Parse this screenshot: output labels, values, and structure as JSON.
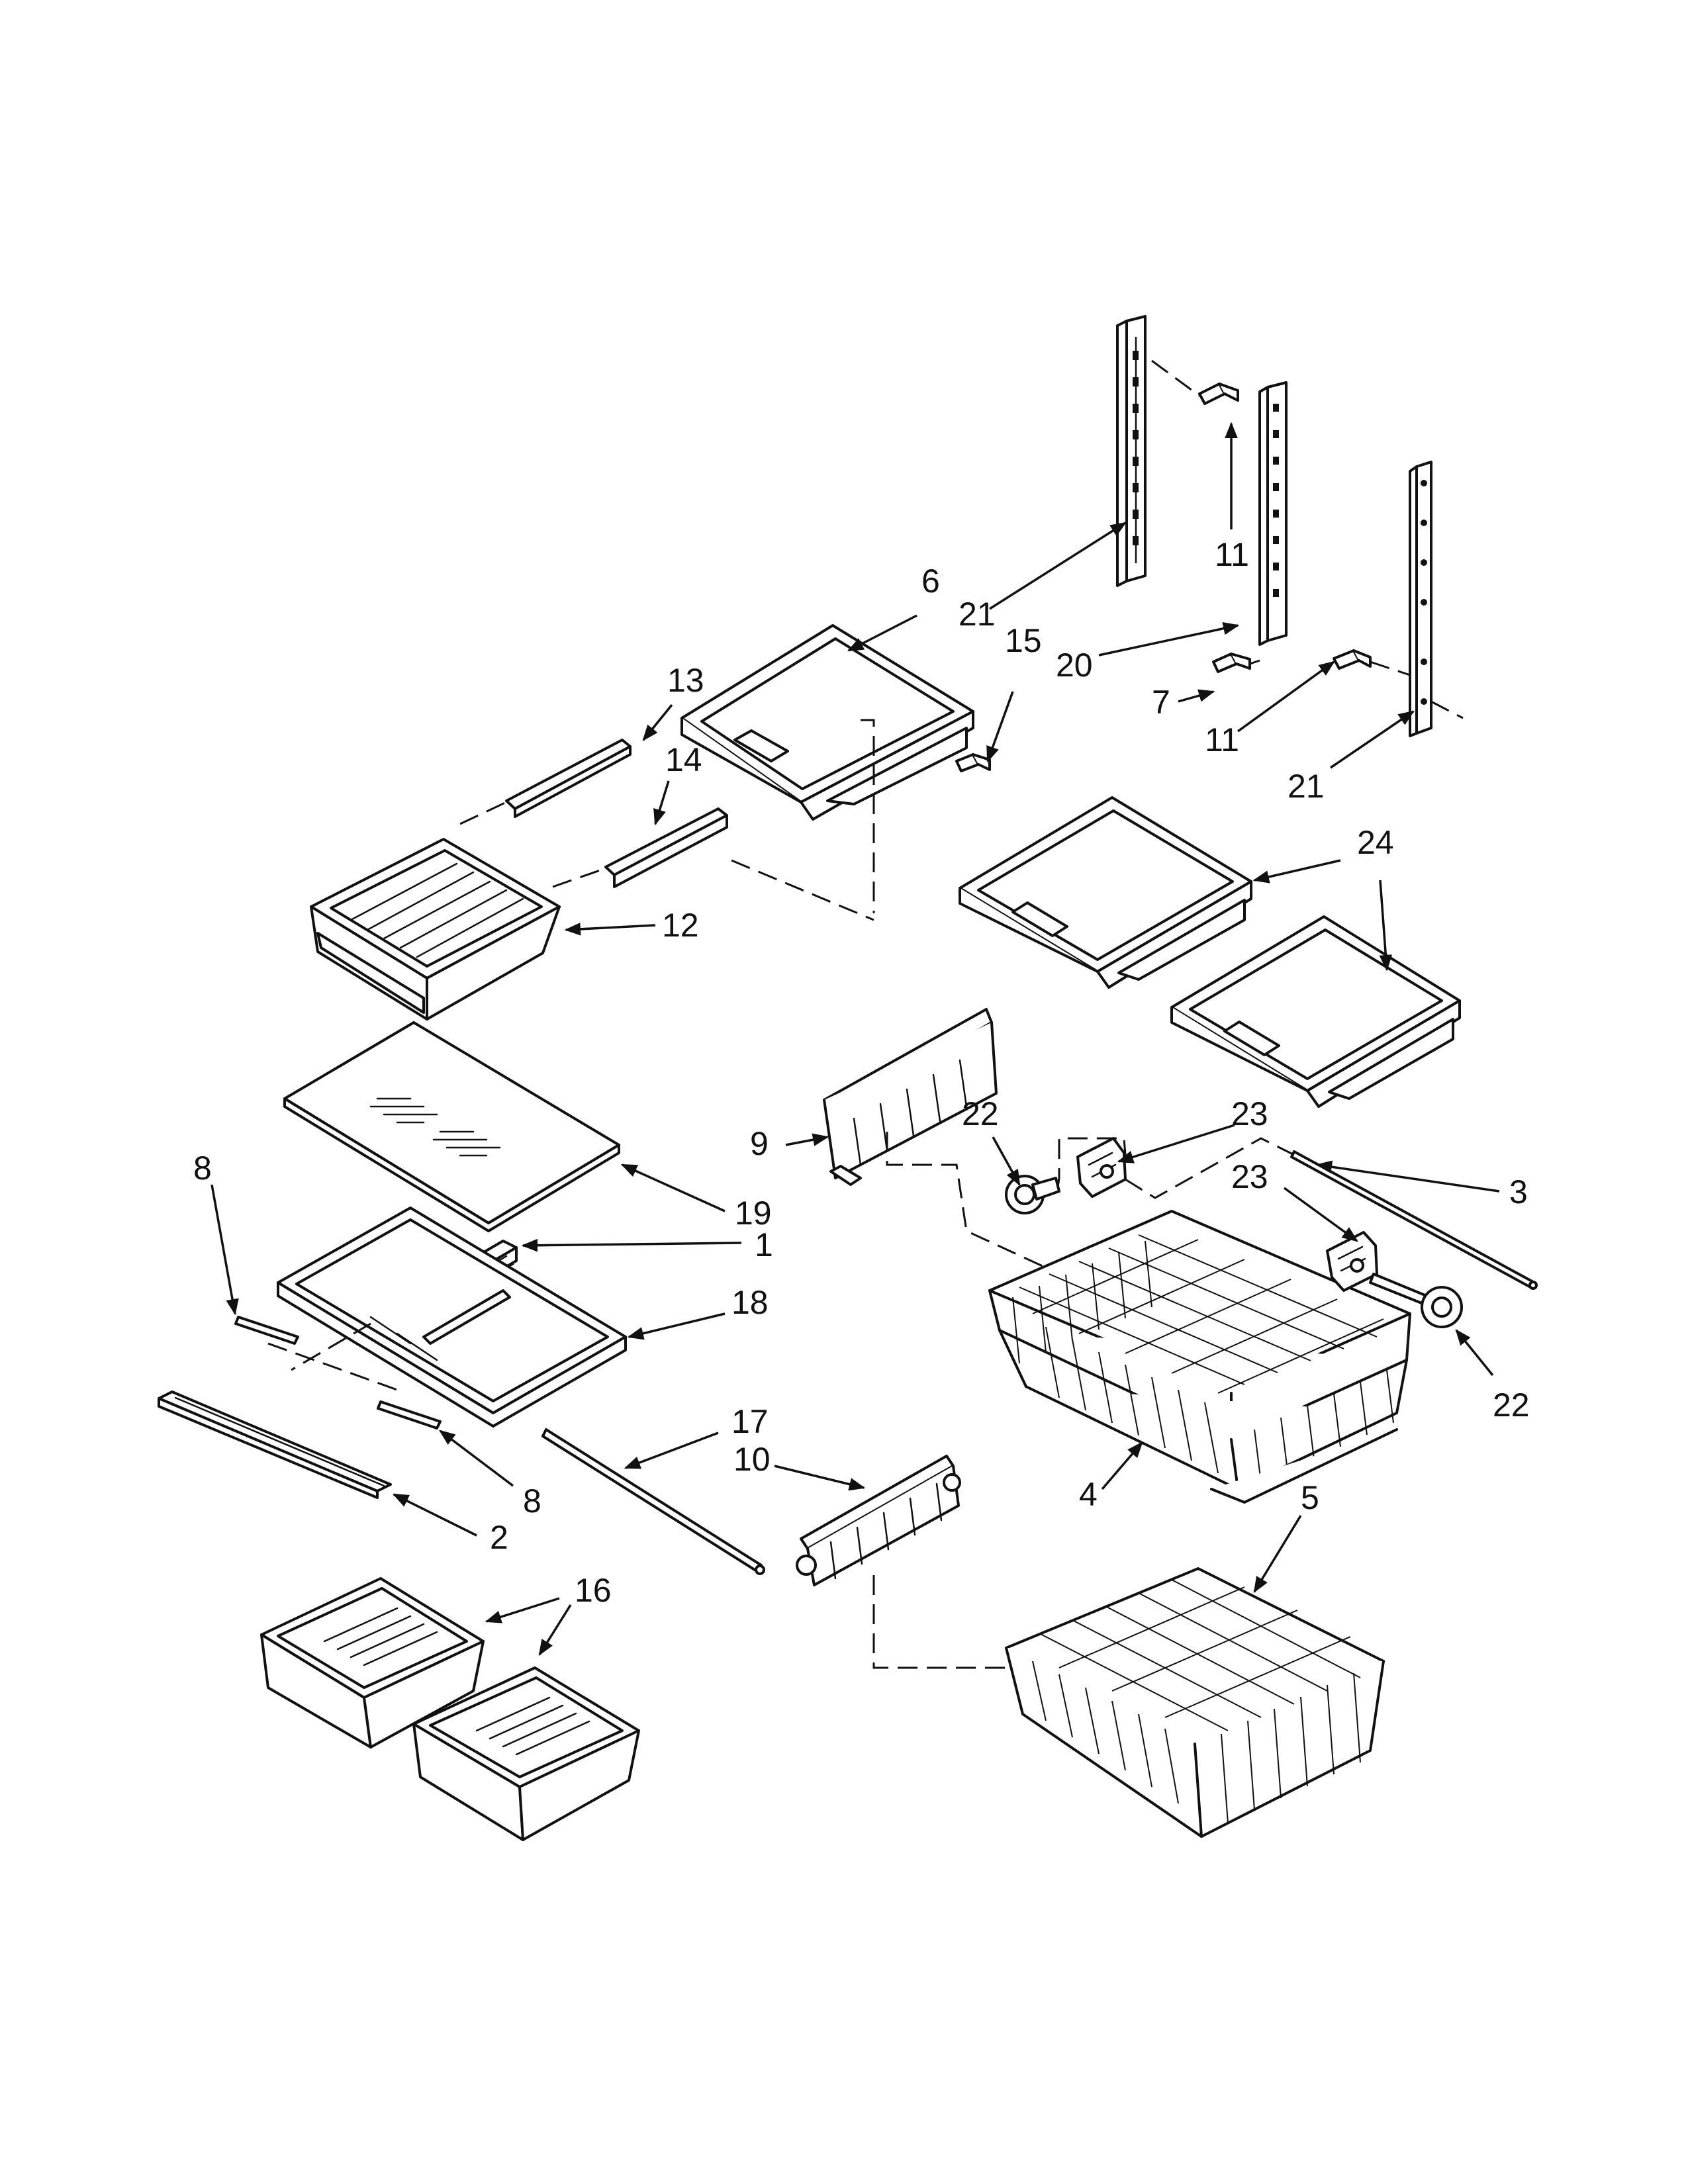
{
  "diagram": {
    "labels": {
      "l1": "1",
      "l2": "2",
      "l3": "3",
      "l4": "4",
      "l5": "5",
      "l6": "6",
      "l7": "7",
      "l8a": "8",
      "l8b": "8",
      "l9": "9",
      "l10": "10",
      "l11a": "11",
      "l11b": "11",
      "l12": "12",
      "l13": "13",
      "l14": "14",
      "l15": "15",
      "l16": "16",
      "l17": "17",
      "l18": "18",
      "l19": "19",
      "l20": "20",
      "l21a": "21",
      "l21b": "21",
      "l22a": "22",
      "l22b": "22",
      "l23a": "23",
      "l23b": "23",
      "l24": "24"
    }
  }
}
